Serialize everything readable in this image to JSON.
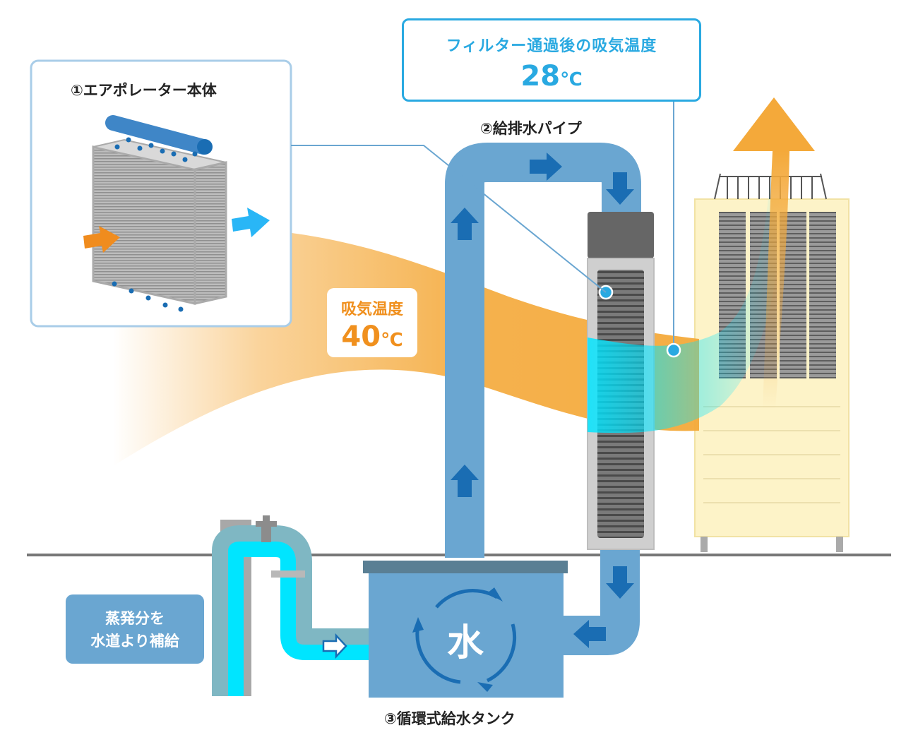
{
  "labels": {
    "evaporator": "①エアポレーター本体",
    "pipe": "②給排水パイプ",
    "tank": "③循環式給水タンク",
    "water": "水"
  },
  "filter_callout": {
    "title": "フィルター通過後の吸気温度",
    "value": "28",
    "unit": "℃"
  },
  "intake_callout": {
    "title": "吸気温度",
    "value": "40",
    "unit": "℃"
  },
  "supply_note": {
    "line1": "蒸発分を",
    "line2": "水道より補給"
  },
  "colors": {
    "pipe_blue": "#6aa6d1",
    "arrow_blue": "#1a6db3",
    "water_cyan": "#00e5ff",
    "callout_blue": "#29a9e1",
    "hot_orange": "#f4a93a",
    "text_orange": "#f0901e",
    "cooler_body": "#fdf3c8"
  }
}
